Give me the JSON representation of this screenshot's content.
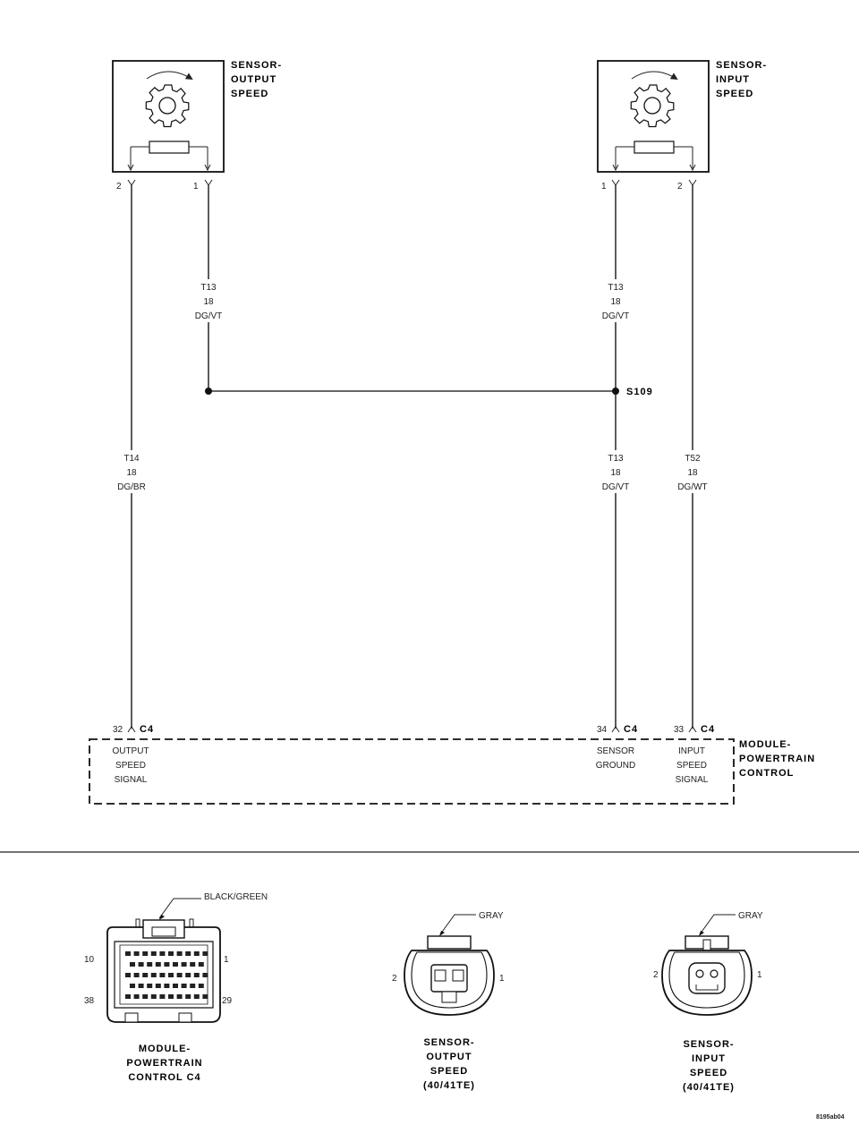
{
  "sensors": {
    "output": {
      "title": [
        "SENSOR-",
        "OUTPUT",
        "SPEED"
      ],
      "pin_left": "2",
      "pin_right": "1"
    },
    "input": {
      "title": [
        "SENSOR-",
        "INPUT",
        "SPEED"
      ],
      "pin_left": "1",
      "pin_right": "2"
    }
  },
  "wires": {
    "w1": [
      "T13",
      "18",
      "DG/VT"
    ],
    "w2": [
      "T13",
      "18",
      "DG/VT"
    ],
    "w3": [
      "T14",
      "18",
      "DG/BR"
    ],
    "w4": [
      "T13",
      "18",
      "DG/VT"
    ],
    "w5": [
      "T52",
      "18",
      "DG/WT"
    ]
  },
  "splice": "S109",
  "module": {
    "title": [
      "MODULE-",
      "POWERTRAIN",
      "CONTROL"
    ],
    "pins": [
      {
        "num": "32",
        "conn": "C4",
        "label": [
          "OUTPUT",
          "SPEED",
          "SIGNAL"
        ]
      },
      {
        "num": "34",
        "conn": "C4",
        "label": [
          "SENSOR",
          "GROUND"
        ]
      },
      {
        "num": "33",
        "conn": "C4",
        "label": [
          "INPUT",
          "SPEED",
          "SIGNAL"
        ]
      }
    ]
  },
  "connectors": {
    "pcm": {
      "color": "BLACK/GREEN",
      "pins": [
        "10",
        "1",
        "38",
        "29"
      ],
      "caption": [
        "MODULE-",
        "POWERTRAIN",
        "CONTROL C4"
      ]
    },
    "output_sensor": {
      "color": "GRAY",
      "pins": [
        "2",
        "1"
      ],
      "caption": [
        "SENSOR-",
        "OUTPUT",
        "SPEED",
        "(40/41TE)"
      ]
    },
    "input_sensor": {
      "color": "GRAY",
      "pins": [
        "2",
        "1"
      ],
      "caption": [
        "SENSOR-",
        "INPUT",
        "SPEED",
        "(40/41TE)"
      ]
    }
  },
  "figure_id": "8195ab04"
}
